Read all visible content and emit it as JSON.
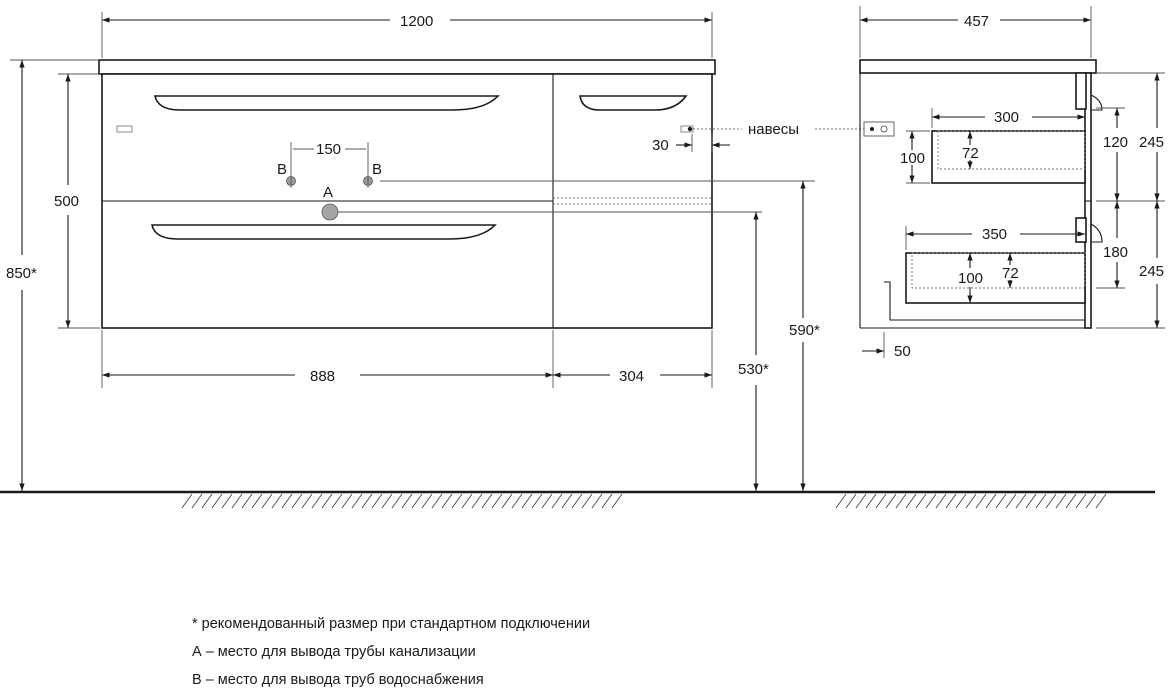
{
  "dimensions": {
    "total_width": "1200",
    "depth": "457",
    "height_total": "850*",
    "height_body": "500",
    "drawer_left_width": "888",
    "drawer_right_width": "304",
    "pipe_spacing": "150",
    "hinge_offset": "30",
    "height_drain": "530*",
    "height_supply": "590*",
    "upper_drawer_depth": "300",
    "upper_drawer_height": "100",
    "upper_drawer_inner": "72",
    "upper_front_gap": "120",
    "upper_section": "245",
    "lower_drawer_depth": "350",
    "lower_drawer_height": "100",
    "lower_drawer_inner": "72",
    "lower_front_gap": "180",
    "lower_section": "245",
    "side_offset": "50"
  },
  "labels": {
    "supply_left": "B",
    "supply_right": "B",
    "drain": "A",
    "hinges": "навесы"
  },
  "notes": [
    "* рекомендованный размер при стандартном подключении",
    "А – место для вывода трубы канализации",
    "В – место для вывода труб водоснабжения"
  ]
}
